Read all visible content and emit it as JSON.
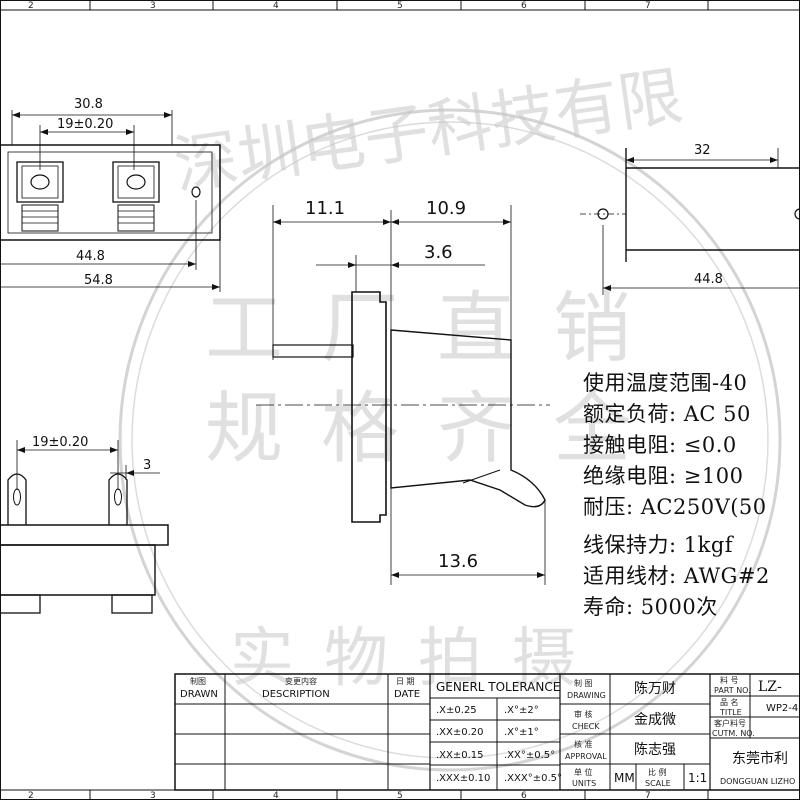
{
  "grid": {
    "top": [
      "2",
      "3",
      "4",
      "5",
      "6",
      "7"
    ],
    "bottom": [
      "2",
      "3",
      "4",
      "5",
      "6",
      "7"
    ]
  },
  "dims": {
    "d30_8": "30.8",
    "d19_top": "19±0.20",
    "d44_8_left": "44.8",
    "d54_8": "54.8",
    "d32": "32",
    "d44_8_right": "44.8",
    "d11_1": "11.1",
    "d10_9": "10.9",
    "d3_6": "3.6",
    "d13_6": "13.6",
    "d19_bottom": "19±0.20",
    "d3": "3"
  },
  "specs": [
    "使用温度范围-40",
    "额定负荷: AC 50",
    "接触电阻: ≤0.0",
    "绝缘电阻: ≥100",
    "耐压: AC250V(50",
    "线保持力: 1kgf",
    "适用线材: AWG#2",
    "寿命: 5000次"
  ],
  "watermark": {
    "row1": "深圳电子科技有限",
    "row2": "工厂直销",
    "row3": "规格齐全",
    "row4": "实物拍摄"
  },
  "title_block": {
    "drawn_cn": "制图",
    "drawn_en": "DRAWN",
    "desc_cn": "变更内容",
    "desc_en": "DESCRIPTION",
    "date_cn": "日 期",
    "date_en": "DATE",
    "tolerance_header": "GENERL TOLERANCE",
    "tol_rows": [
      [
        ".X±0.25",
        ".X°±2°"
      ],
      [
        ".XX±0.20",
        ".X°±1°"
      ],
      [
        ".XX±0.15",
        ".XX°±0.5°"
      ],
      [
        ".XXX±0.10",
        ".XXX°±0.5°"
      ]
    ],
    "drawing_cn": "制 图",
    "drawing_en": "DRAWING",
    "drawing_name": "陈万财",
    "check_cn": "审 核",
    "check_en": "CHECK",
    "check_name": "金成微",
    "approval_cn": "核 准",
    "approval_en": "APPROVAL",
    "approval_name": "陈志强",
    "units_cn": "单 位",
    "units_en": "UNITS",
    "units_val": "MM",
    "scale_cn": "比 例",
    "scale_en": "SCALE",
    "scale_val": "1:1",
    "partno_cn": "料 号",
    "partno_en": "PART NO.",
    "partno_val": "LZ-",
    "title_cn": "品 名",
    "title_en": "TITLE",
    "title_val": "WP2-4",
    "cust_cn": "客户料号",
    "cust_en": "CUTM. NO.",
    "company_cn": "东莞市利",
    "company_en": "DONGGUAN LIZHO"
  }
}
